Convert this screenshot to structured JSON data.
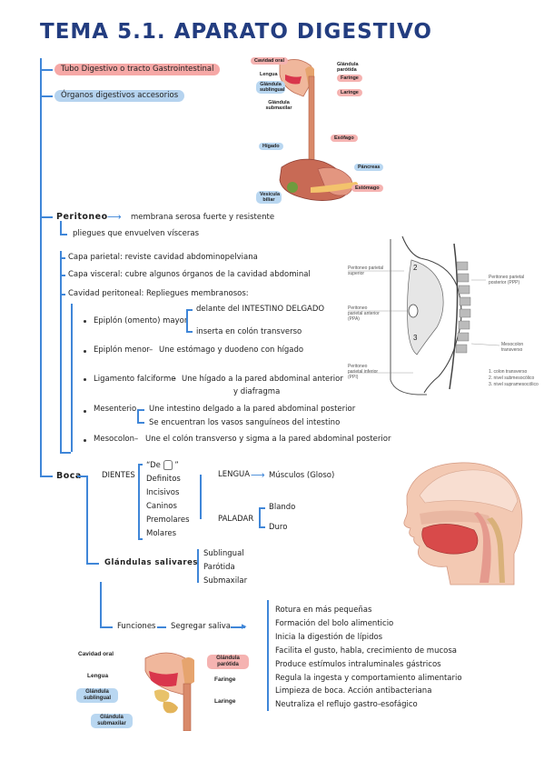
{
  "title": "TEMA 5.1. APARATO DIGESTIVO",
  "top": {
    "tubo": "Tubo Digestivo o tracto Gastrointestinal",
    "organos": "Órganos digestivos accesorios"
  },
  "peritoneo": {
    "label": "Peritoneo",
    "def1": "membrana serosa fuerte y resistente",
    "def2": "pliegues que envuelven vísceras",
    "capa_parietal": "Capa parietal: reviste cavidad abdominopelviana",
    "capa_visceral": "Capa visceral: cubre algunos órganos de la cavidad abdominal",
    "cavidad": "Cavidad peritoneal: Repliegues membranosos:",
    "epiplon_mayor": "Epiplón (omento) mayor",
    "epiplon_mayor_a": "delante del INTESTINO DELGADO",
    "epiplon_mayor_b": "inserta en colón transverso",
    "epiplon_menor": "Epiplón menor",
    "epiplon_menor_desc": "Une estómago y duodeno con hígado",
    "ligamento": "Ligamento falciforme",
    "ligamento_desc": "Une hígado a la pared abdominal anterior",
    "ligamento_desc2": "y diafragma",
    "mesenterio": "Mesenterio",
    "mesenterio_a": "Une intestino delgado a la pared abdominal posterior",
    "mesenterio_b": "Se encuentran los vasos sanguíneos del intestino",
    "mesocolon": "Mesocolon",
    "mesocolon_desc": "Une el colón transverso y sigma a la pared abdominal posterior"
  },
  "boca": {
    "label": "Boca",
    "dientes": "DIENTES",
    "de": "“De",
    "dientes_list": [
      "Definitos",
      "Incisivos",
      "Caninos",
      "Premolares",
      "Molares"
    ],
    "lengua": "LENGUA",
    "musculos": "Músculos (Gloso)",
    "paladar": "PALADAR",
    "blando": "Blando",
    "duro": "Duro",
    "glandulas": "Glándulas salivares",
    "glandulas_list": [
      "Sublingual",
      "Parótida",
      "Submaxilar"
    ],
    "funciones": "Funciones",
    "segregar": "Segregar saliva",
    "funciones_list": [
      "Rotura en más pequeñas",
      "Formación del bolo alimenticio",
      "Inicia la digestión de lípidos",
      "Facilita el gusto, habla, crecimiento de mucosa",
      "Produce estímulos intraluminales gástricos",
      "Regula la ingesta y comportamiento alimentario",
      "Limpieza de boca. Acción antibacteriana",
      "Neutraliza el reflujo gastro-esofágico"
    ]
  },
  "fig_digestive": {
    "cavidad_oral": "Cavidad oral",
    "lengua": "Lengua",
    "gl_sublingual": "Glándula sublingual",
    "gl_submaxilar": "Glándula submaxilar",
    "gl_parotida": "Glándula parótida",
    "faringe": "Faringe",
    "laringe": "Laringe",
    "esofago": "Esófago",
    "higado": "Hígado",
    "pancreas": "Páncreas",
    "estomago": "Estómago",
    "vesicula": "Vesícula biliar"
  },
  "fig_peritoneo": {
    "sup": "Peritoneo parietal superior",
    "ant": "Peritoneo parietal anterior (PPA)",
    "inf": "Peritoneo parietal inferior (PPI)",
    "post": "Peritoneo parietal posterior (PPP)",
    "mesocolon": "Mesocolon transverso",
    "n2": "2",
    "n3": "3",
    "legend": [
      "1. colon transverso",
      "2. nivel submesocólico",
      "3. nivel supramesocólico"
    ]
  },
  "fig_mouth": {
    "cavidad_oral": "Cavidad oral",
    "lengua": "Lengua",
    "gl_sublingual": "Glándula sublingual",
    "gl_submaxilar": "Glándula submaxilar",
    "gl_parotida": "Glándula parótida",
    "faringe": "Faringe",
    "laringe": "Laringe"
  }
}
